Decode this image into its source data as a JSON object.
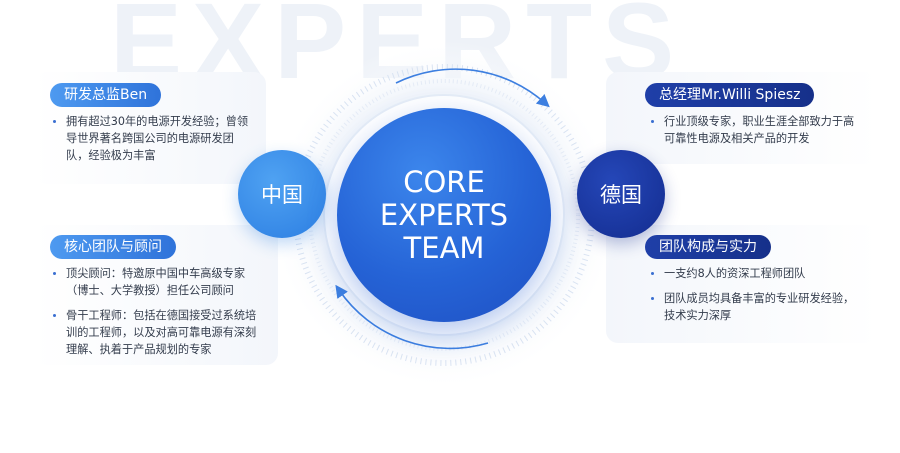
{
  "watermark": "EXPERTS",
  "center": {
    "line1": "CORE",
    "line2": "EXPERTS",
    "line3": "TEAM"
  },
  "nodes": {
    "china": "中国",
    "germany": "德国"
  },
  "top_left": {
    "title": "研发总监Ben",
    "items": [
      "拥有超过30年的电源开发经验；曾领导世界著名跨国公司的电源研发团队，经验极为丰富"
    ]
  },
  "bottom_left": {
    "title": "核心团队与顾问",
    "items": [
      "顶尖顾问：特邀原中国中车高级专家（博士、大学教授）担任公司顾问",
      "骨干工程师：包括在德国接受过系统培训的工程师，以及对高可靠电源有深刻理解、执着于产品规划的专家"
    ]
  },
  "top_right": {
    "title": "总经理Mr.Willi Spiesz",
    "items": [
      "行业顶级专家，职业生涯全部致力于高可靠性电源及相关产品的开发"
    ]
  },
  "bottom_right": {
    "title": "团队构成与实力",
    "items": [
      "一支约8人的资深工程师团队",
      "团队成员均具备丰富的专业研发经验，技术实力深厚"
    ]
  },
  "colors": {
    "accent_light": "#2f7ee0",
    "accent_dark": "#16308a",
    "center": "#2563d6"
  },
  "icons": [
    "bullet-dot",
    "arc-arrow"
  ]
}
